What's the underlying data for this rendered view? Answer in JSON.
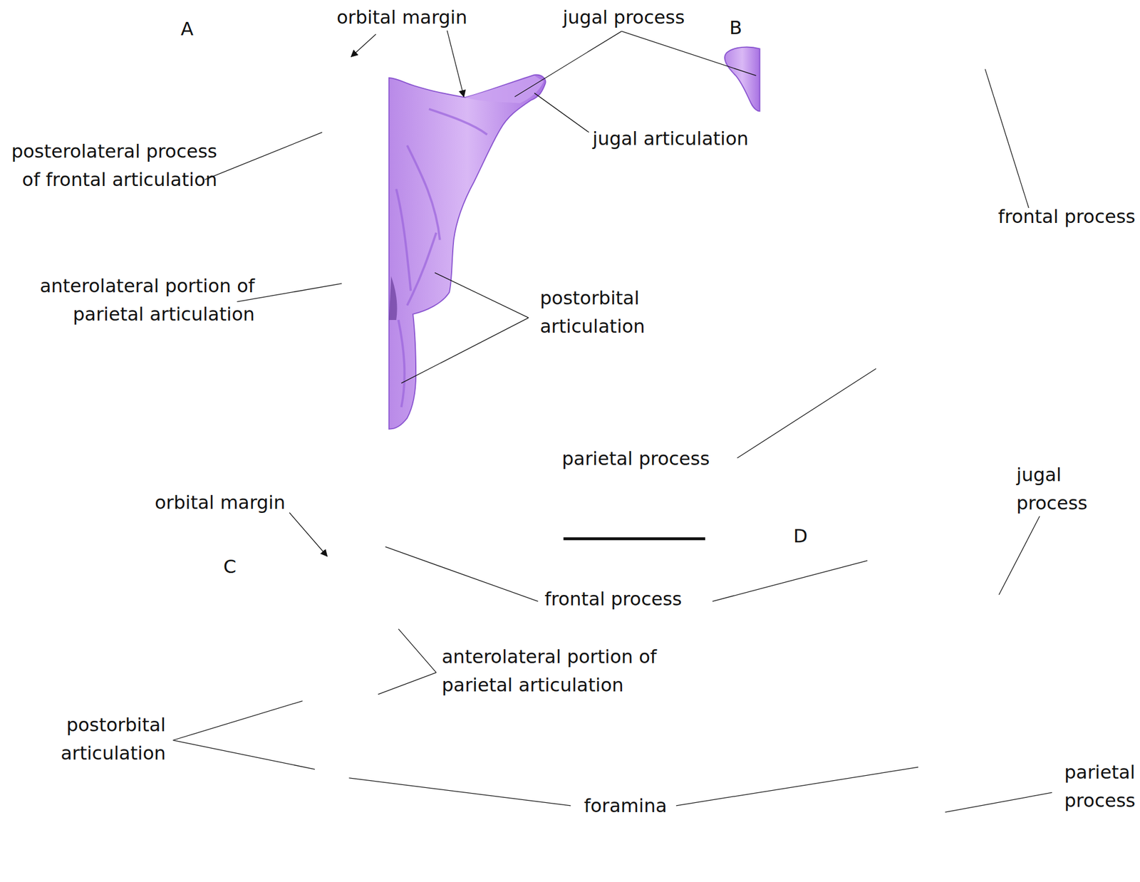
{
  "diagram": {
    "labels": [
      "A",
      "orbital margin",
      "jugal process",
      "B",
      "jugal articulation",
      "posterolateral process of frontal articulation",
      "frontal process",
      "anterolateral portion of parietal articulation",
      "postorbital articulation",
      "parietal process",
      "orbital margin",
      "C",
      "D",
      "jugal process",
      "frontal process",
      "anterolateral portion of parietal articulation",
      "postorbital articulation",
      "foramina",
      "parietal process"
    ]
  }
}
